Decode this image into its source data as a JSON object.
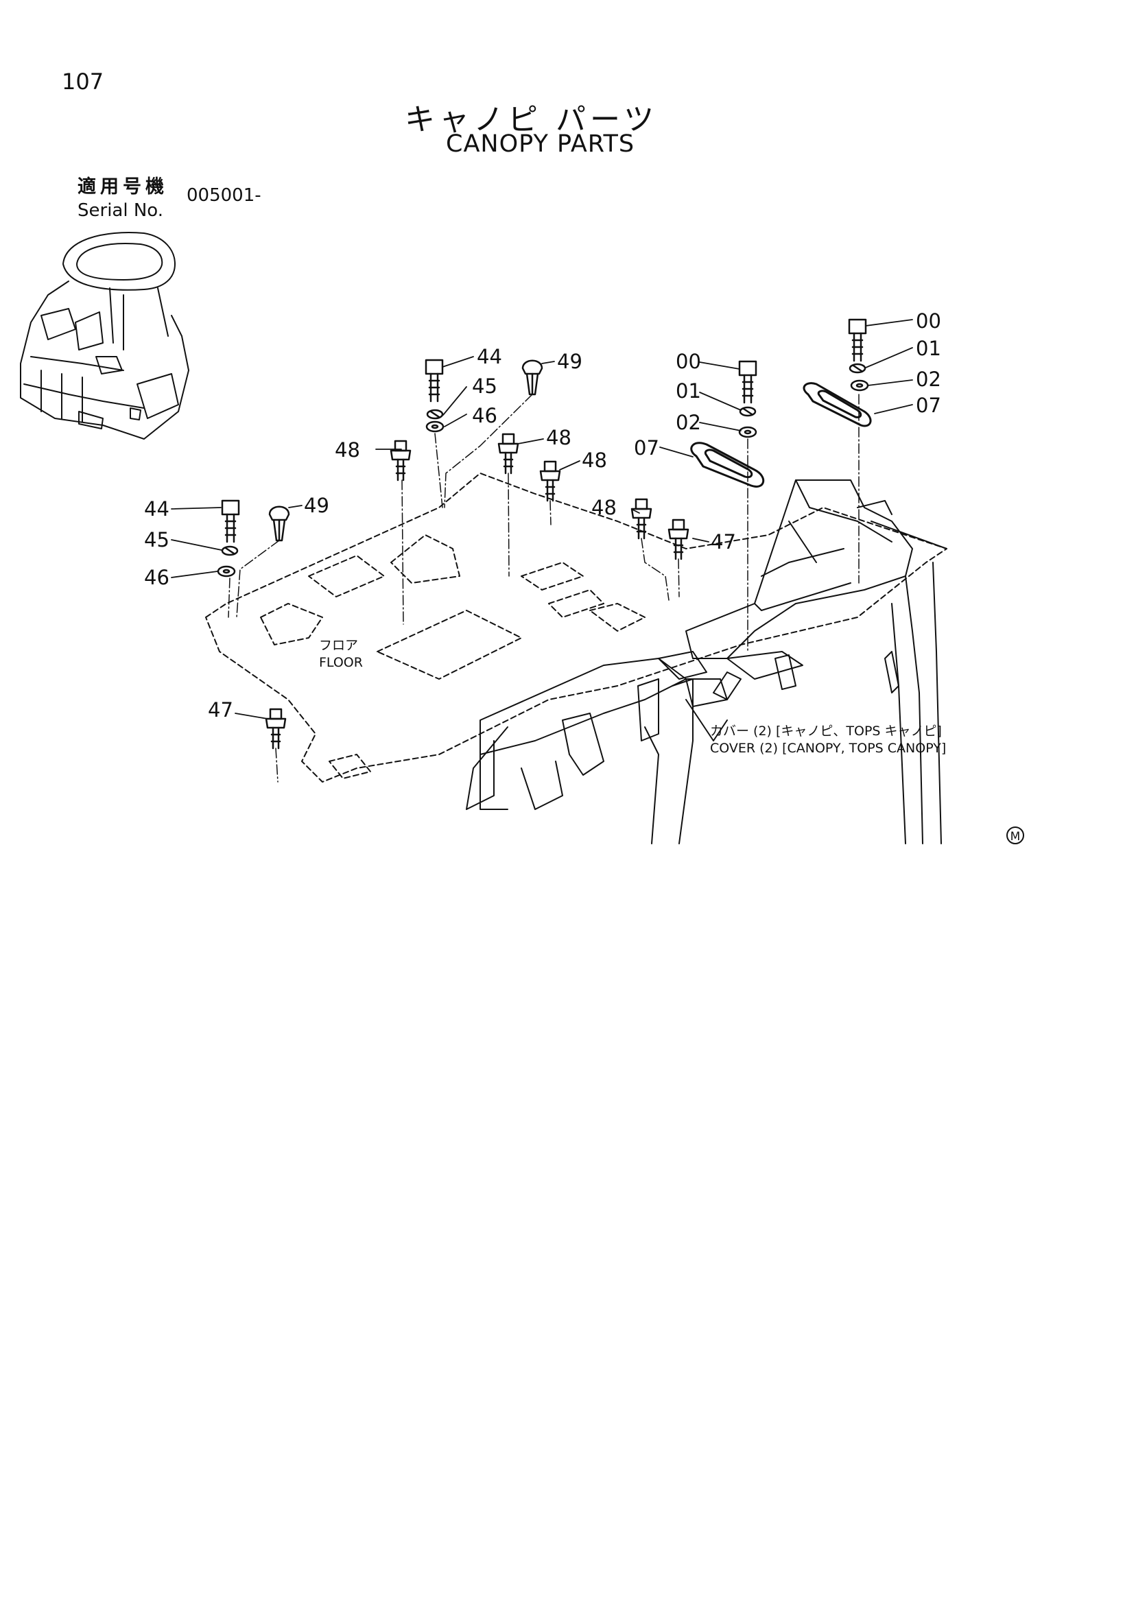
{
  "page": {
    "number": "107",
    "title_jp": "キャノピ パーツ",
    "title_en": "CANOPY PARTS"
  },
  "serial": {
    "label_jp": "適用号機",
    "label_en": "Serial No.",
    "value": "005001-"
  },
  "labels": {
    "floor_jp": "フロア",
    "floor_en": "FLOOR",
    "cover_jp": "カバー (2) [キャノピ、TOPS キャノピ]",
    "cover_en": "COVER (2) [CANOPY, TOPS CANOPY]",
    "mark": "M"
  },
  "callouts": {
    "c00a": "00",
    "c01a": "01",
    "c02a": "02",
    "c07a": "07",
    "c00b": "00",
    "c01b": "01",
    "c02b": "02",
    "c07b": "07",
    "c44a": "44",
    "c45a": "45",
    "c46a": "46",
    "c49a": "49",
    "c44b": "44",
    "c45b": "45",
    "c46b": "46",
    "c49b": "49",
    "c48a": "48",
    "c48b": "48",
    "c48c": "48",
    "c48d": "48",
    "c47a": "47",
    "c47b": "47"
  },
  "colors": {
    "ink": "#111111",
    "paper": "#ffffff"
  }
}
